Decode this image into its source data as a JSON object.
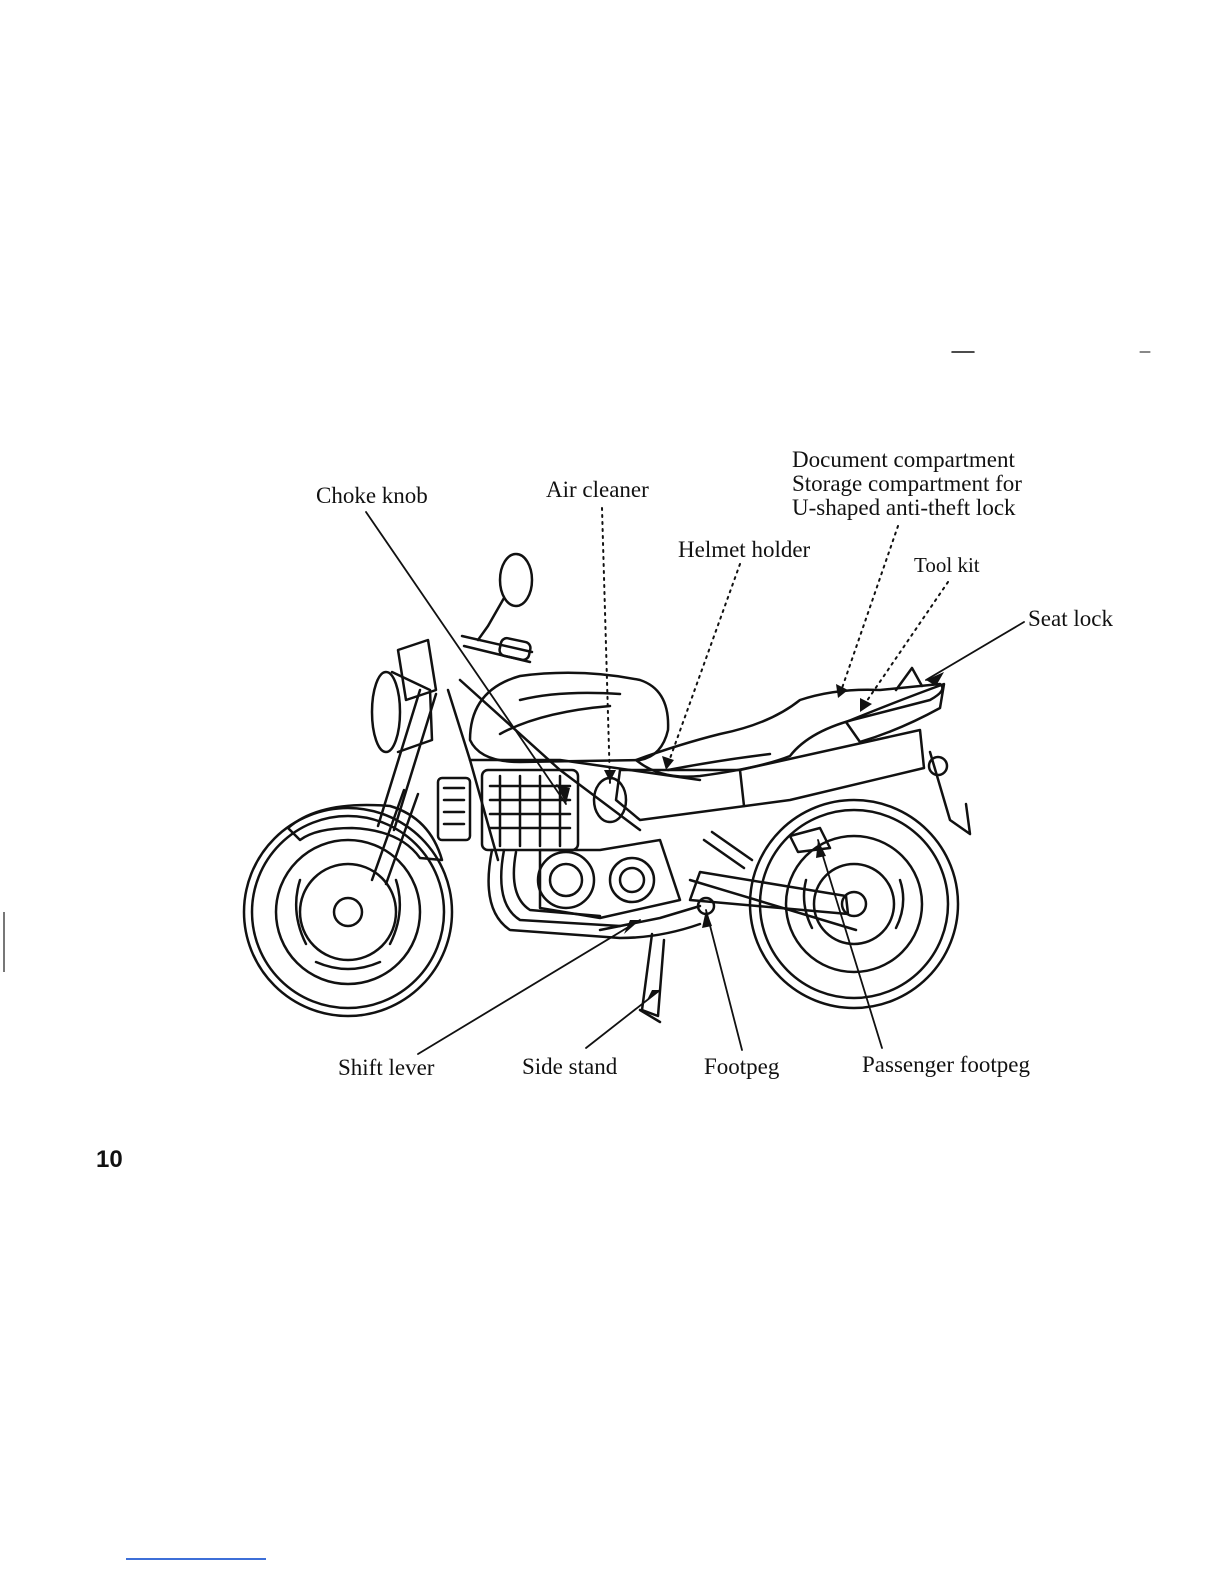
{
  "labels": {
    "choke_knob": "Choke knob",
    "air_cleaner": "Air cleaner",
    "document_compartment": "Document compartment",
    "storage_compartment_1": "Storage compartment for",
    "storage_compartment_2": "U-shaped anti-theft lock",
    "helmet_holder": "Helmet holder",
    "tool_kit": "Tool kit",
    "seat_lock": "Seat lock",
    "shift_lever": "Shift lever",
    "side_stand": "Side stand",
    "footpeg": "Footpeg",
    "passenger_footpeg": "Passenger footpeg"
  },
  "page_number": "10",
  "colors": {
    "ink": "#111111",
    "bottom_rule": "#3d6fd8"
  }
}
